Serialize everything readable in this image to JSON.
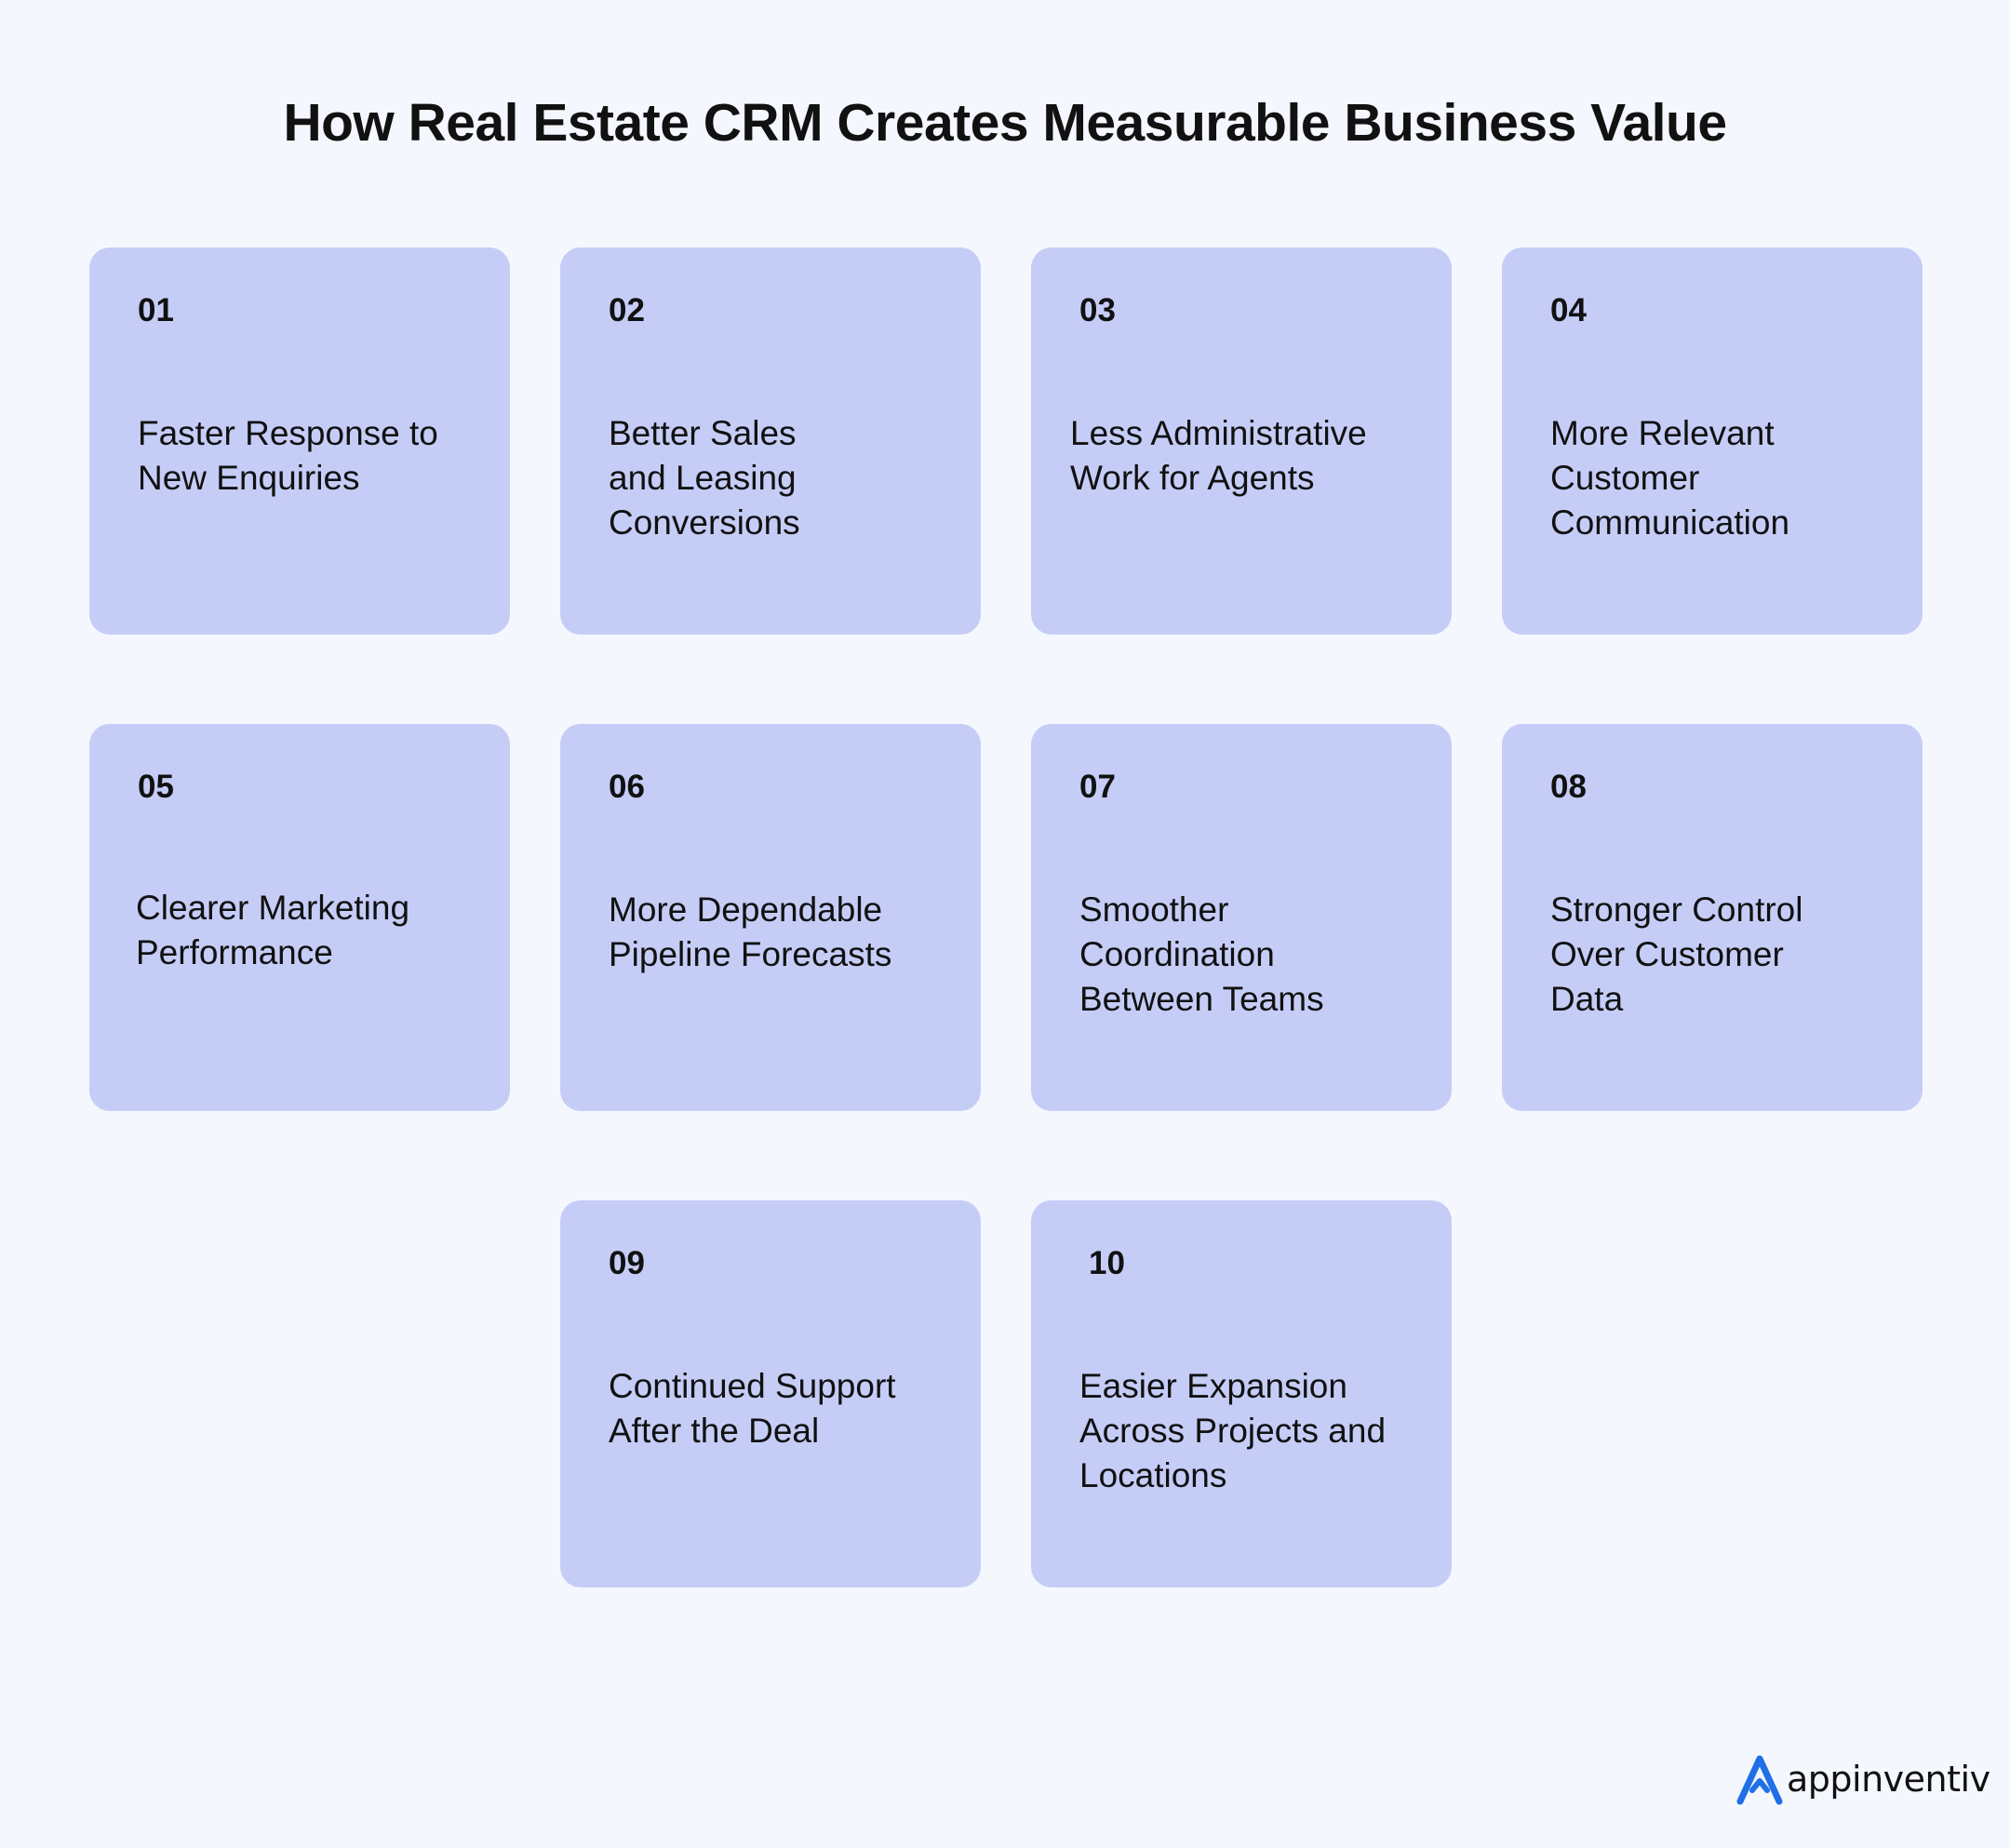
{
  "header": {
    "title": "How Real Estate CRM Creates Measurable Business Value"
  },
  "cards": [
    {
      "number": "01",
      "text": "Faster Response to\nNew Enquiries"
    },
    {
      "number": "02",
      "text": "Better Sales\nand Leasing\nConversions"
    },
    {
      "number": "03",
      "text": "Less Administrative\nWork for Agents"
    },
    {
      "number": "04",
      "text": "More Relevant\nCustomer\nCommunication"
    },
    {
      "number": "05",
      "text": "Clearer Marketing\nPerformance"
    },
    {
      "number": "06",
      "text": "More Dependable\nPipeline Forecasts"
    },
    {
      "number": "07",
      "text": "Smoother\nCoordination\nBetween Teams"
    },
    {
      "number": "08",
      "text": "Stronger Control\nOver Customer\nData"
    },
    {
      "number": "09",
      "text": "Continued Support\nAfter the Deal"
    },
    {
      "number": "10",
      "text": "Easier Expansion\nAcross Projects and\nLocations"
    }
  ],
  "brand": {
    "name": "appinventiv",
    "icon": "appinventiv-logo-icon",
    "accent_color": "#1f6fe6"
  },
  "colors": {
    "background": "#f5f7fe",
    "card": "#c5cdf7"
  }
}
